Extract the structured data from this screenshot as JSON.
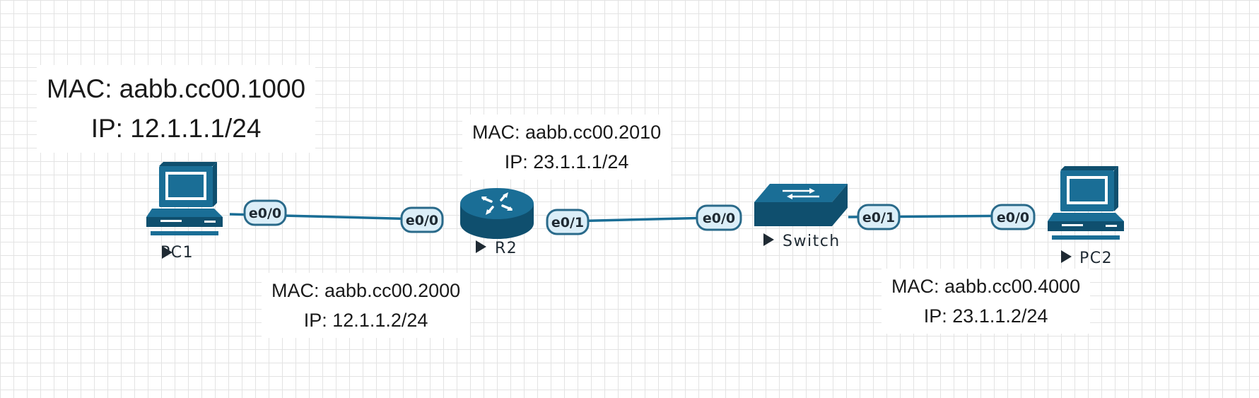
{
  "colors": {
    "device": "#1a6e96",
    "device_dark": "#0f4f6e",
    "link": "#1a6e96",
    "port_fill": "#dbeef8",
    "port_stroke": "#2a6a8a",
    "label_text": "#1f2a33"
  },
  "devices": [
    {
      "id": "pc1",
      "label": "PC1",
      "icon": "pc-icon"
    },
    {
      "id": "r2",
      "label": "R2",
      "icon": "router-icon"
    },
    {
      "id": "switch",
      "label": "Switch",
      "icon": "switch-icon"
    },
    {
      "id": "pc2",
      "label": "PC2",
      "icon": "pc-icon"
    }
  ],
  "ports": {
    "pc1_e00": "e0/0",
    "r2_e00": "e0/0",
    "r2_e01": "e0/1",
    "sw_e00": "e0/0",
    "sw_e01": "e0/1",
    "pc2_e00": "e0/0"
  },
  "annotations": {
    "pc1": {
      "mac": "MAC: aabb.cc00.1000",
      "ip": "IP: 12.1.1.1/24"
    },
    "r2_e01": {
      "mac": "MAC: aabb.cc00.2010",
      "ip": "IP: 23.1.1.1/24"
    },
    "r2_e00": {
      "mac": "MAC: aabb.cc00.2000",
      "ip": "IP: 12.1.1.2/24"
    },
    "pc2": {
      "mac": "MAC: aabb.cc00.4000",
      "ip": "IP: 23.1.1.2/24"
    }
  }
}
